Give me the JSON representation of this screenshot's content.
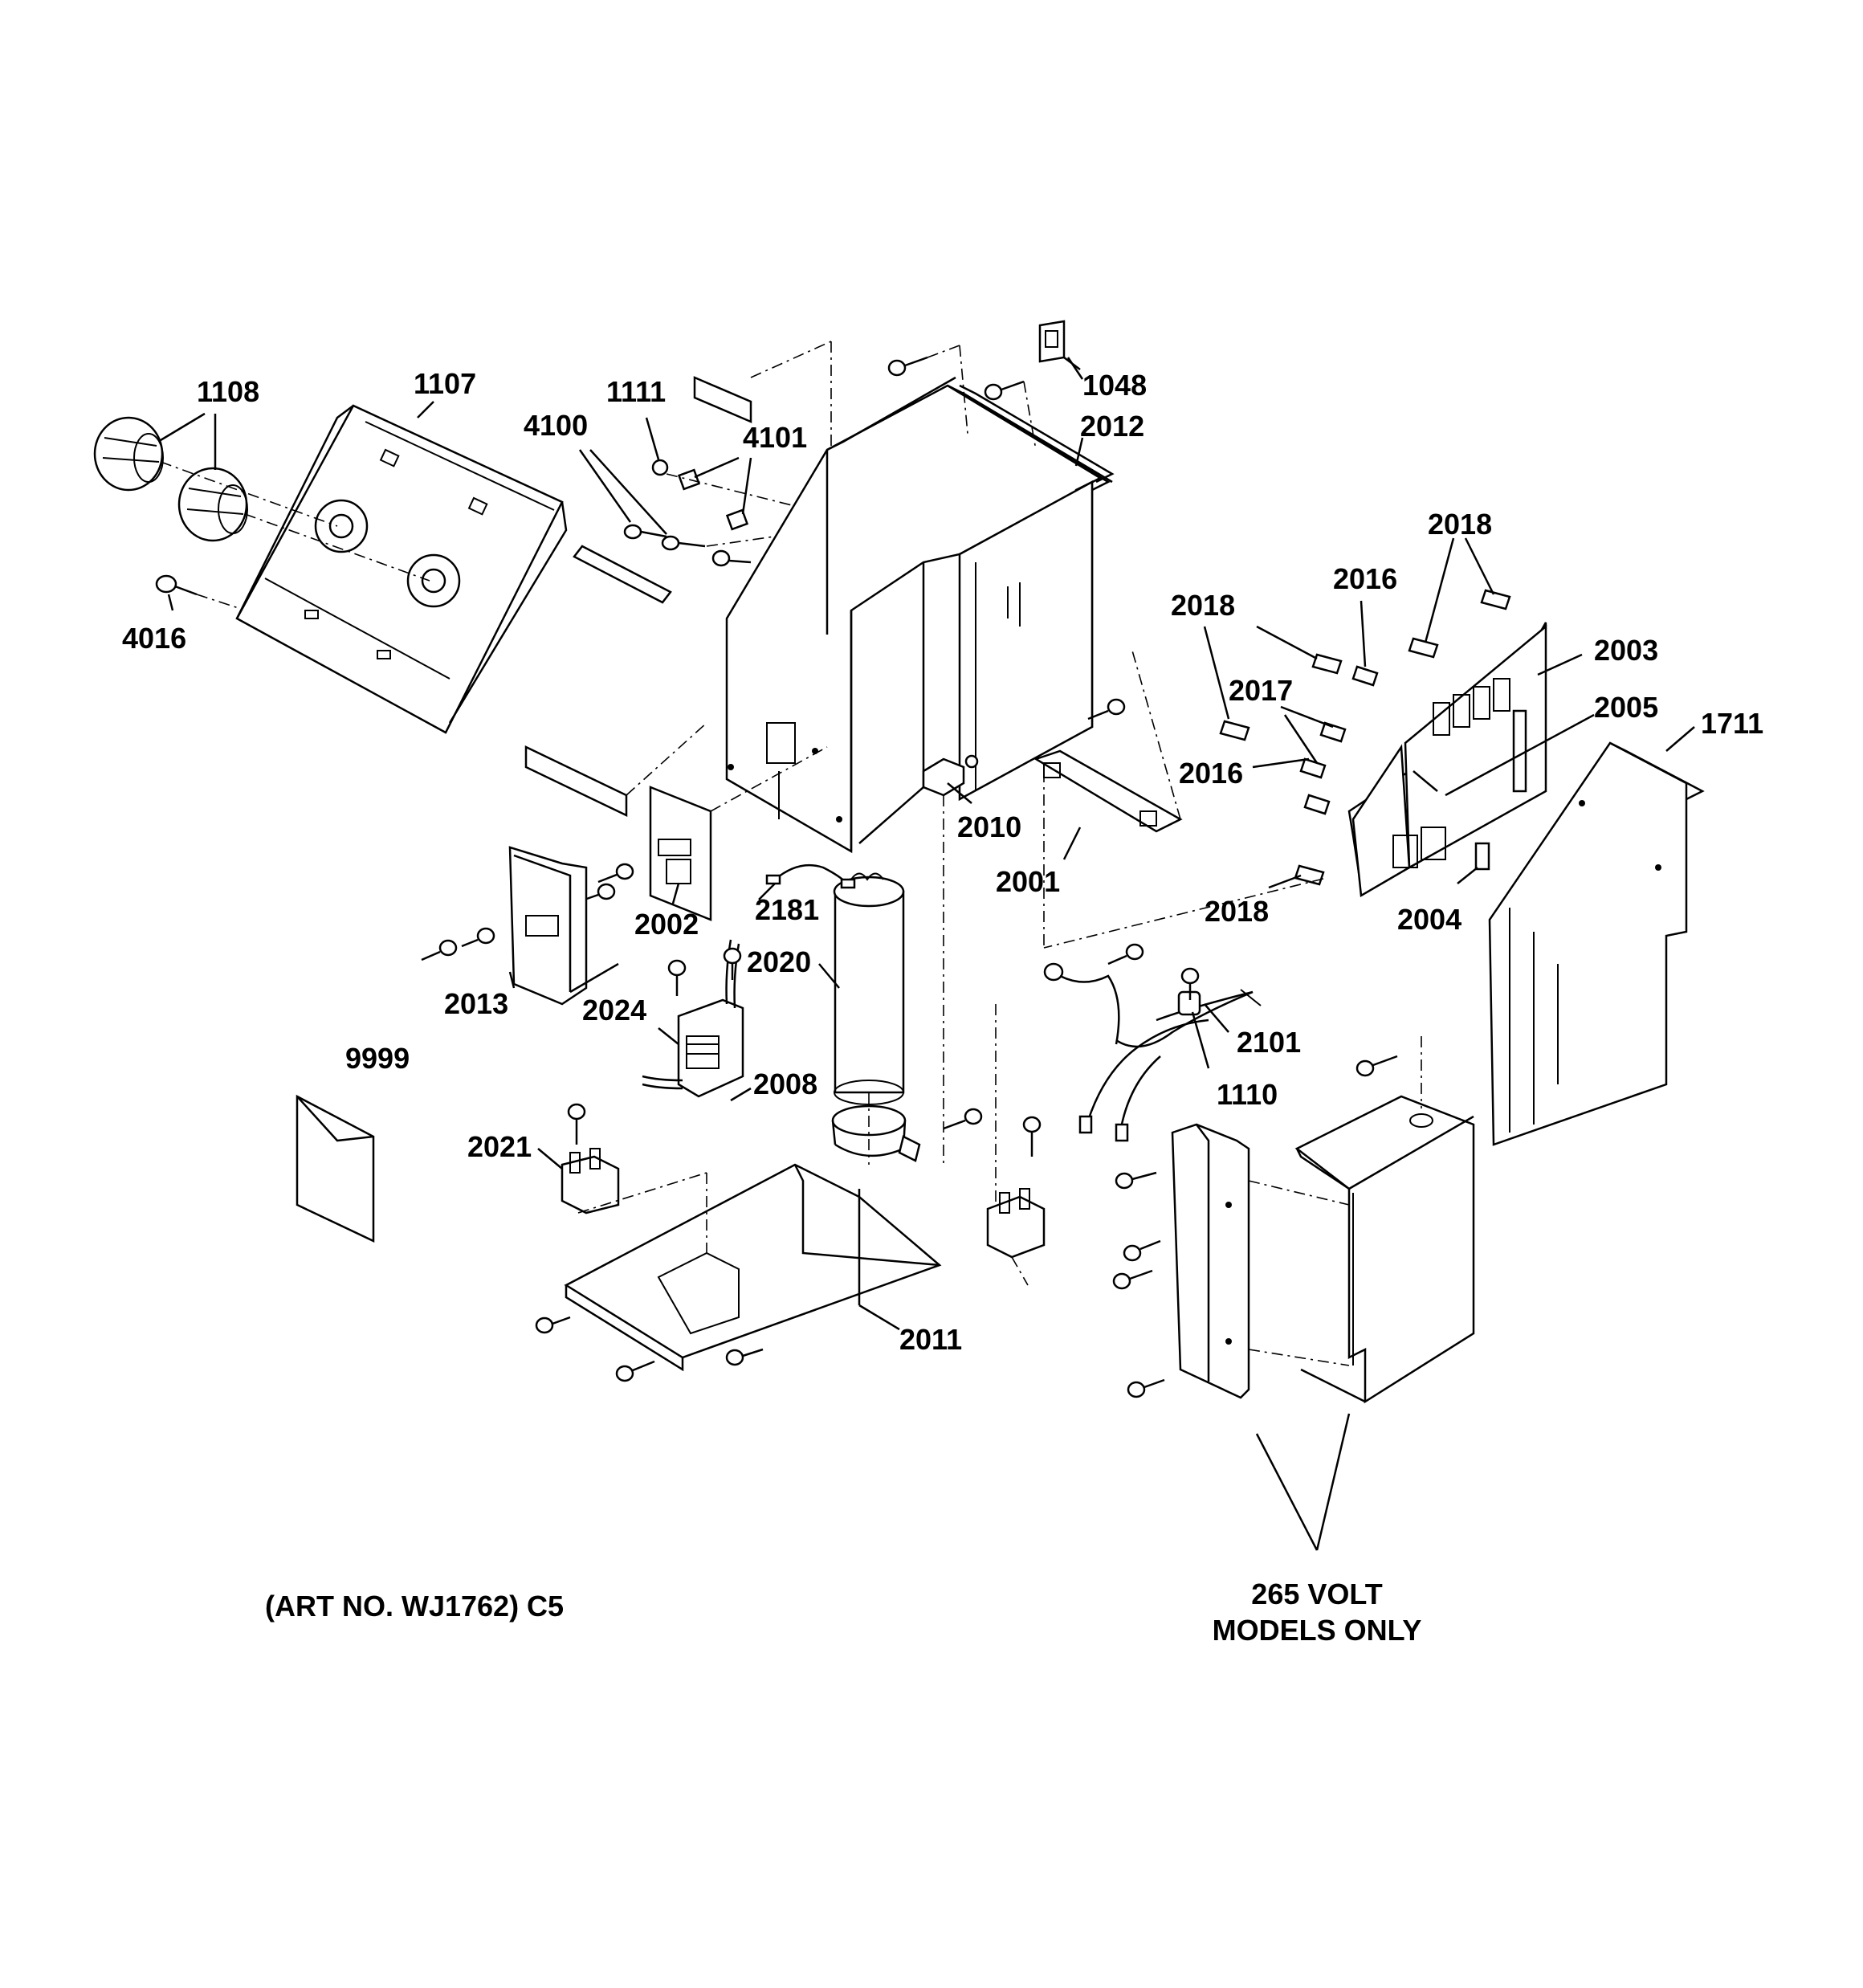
{
  "diagram": {
    "art_number": "(ART NO. WJ1762) C5",
    "note_line1": "265 VOLT",
    "note_line2": "MODELS ONLY",
    "part_labels": [
      "1108",
      "1107",
      "1111",
      "4100",
      "4101",
      "4016",
      "1048",
      "2012",
      "2018",
      "2016",
      "2003",
      "2018",
      "2017",
      "2005",
      "1711",
      "2016",
      "2010",
      "2001",
      "2018",
      "2004",
      "2002",
      "2181",
      "2020",
      "2013",
      "2024",
      "2101",
      "1110",
      "9999",
      "2008",
      "2021",
      "2011"
    ]
  }
}
